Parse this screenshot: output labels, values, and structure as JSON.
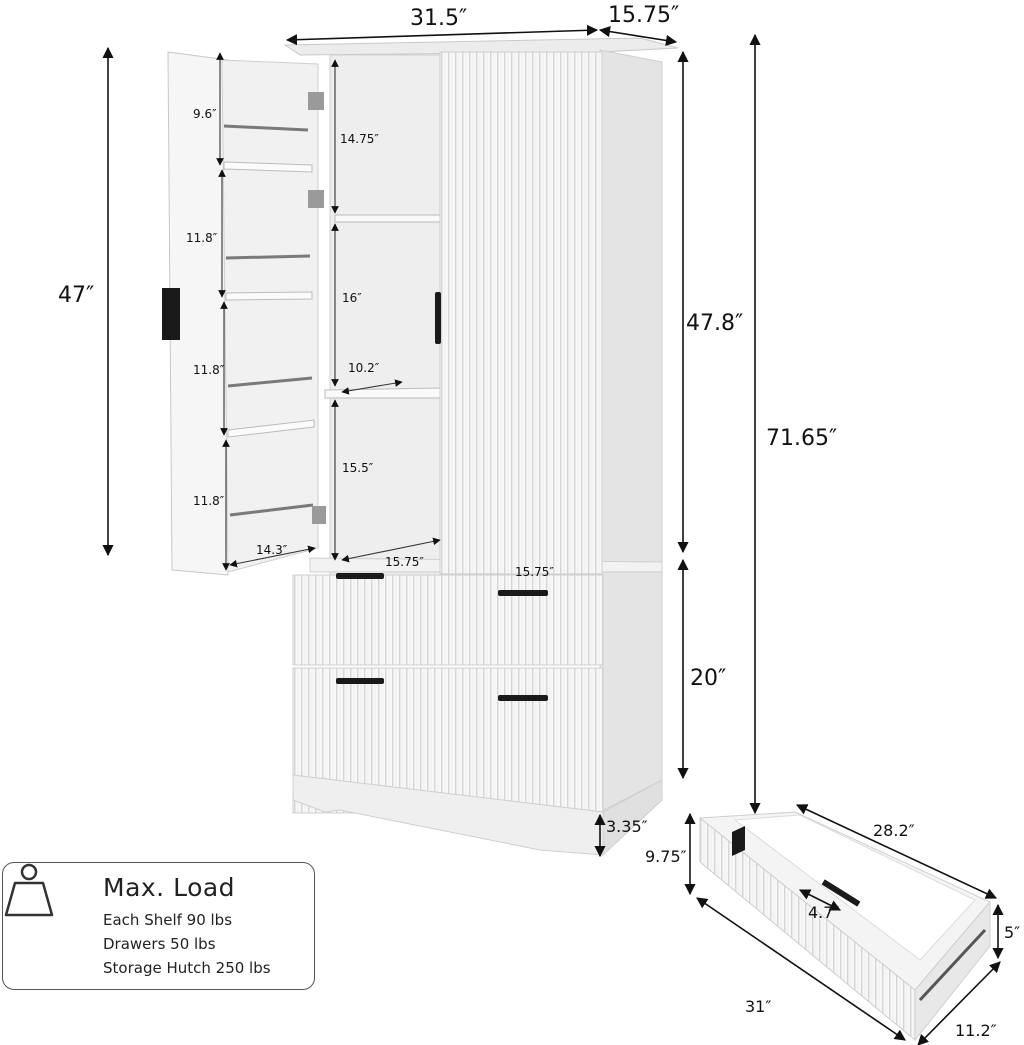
{
  "dimensions": {
    "overall_width": "31.5″",
    "overall_depth": "15.75″",
    "overall_height": "71.65″",
    "hutch_height": "47.8″",
    "base_height": "20″",
    "foot_height": "3.35″",
    "door_height": "47″",
    "door_shelf_spacing_top": "9.6″",
    "door_shelf_spacing_2": "11.8″",
    "door_shelf_spacing_3": "11.8″",
    "door_shelf_spacing_4": "11.8″",
    "door_shelf_width": "14.3″",
    "cabinet_section_top": "14.75″",
    "cabinet_section_middle": "16″",
    "cabinet_section_bottom": "15.5″",
    "shelf_depth": "10.2″",
    "cabinet_inner_depth": "15.75″",
    "cabinet_inner_width": "15.75″",
    "drawer_height": "9.75″",
    "drawer_length": "28.2″",
    "drawer_handle": "4.7″",
    "drawer_front_width": "31″",
    "drawer_inner_height": "5″",
    "drawer_depth": "11.2″"
  },
  "max_load": {
    "title": "Max. Load",
    "each_shelf": "Each Shelf 90 lbs",
    "drawers": "Drawers  50 lbs",
    "storage_hutch": "Storage Hutch  250 lbs"
  },
  "colors": {
    "cabinet": "#f4f4f4",
    "cabinet_shadow": "#d9d9d9",
    "handle": "#1a1a1a",
    "dimension_line": "#111111"
  }
}
